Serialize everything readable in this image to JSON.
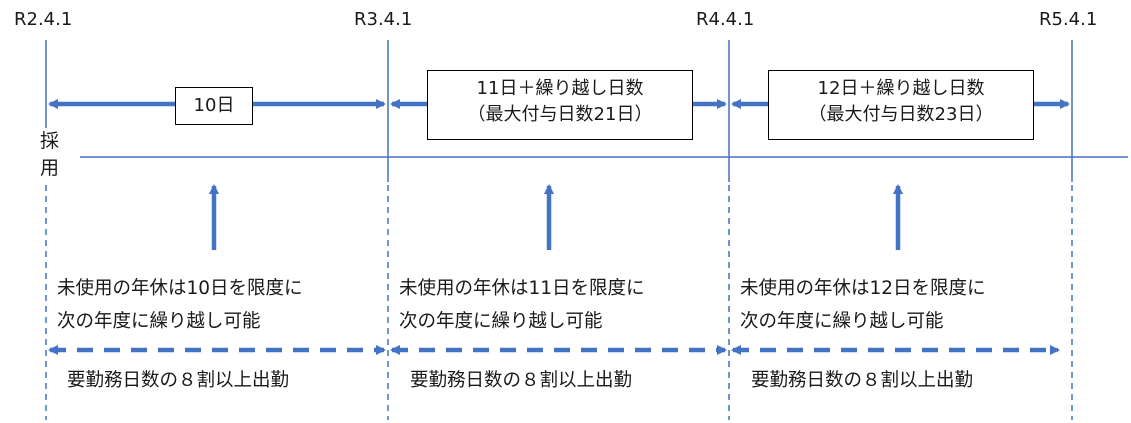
{
  "dates": [
    "R2.4.1",
    "R3.4.1",
    "R4.4.1",
    "R5.4.1"
  ],
  "hire_label": [
    "採",
    "用"
  ],
  "periods": [
    {
      "grant_lines": [
        "10日"
      ],
      "rule_lines": [
        "未使用の年休は10日を限度に",
        "次の年度に繰り越し可能"
      ],
      "attendance": "要勤務日数の８割以上出勤"
    },
    {
      "grant_lines": [
        "11日＋繰り越し日数",
        "（最大付与日数21日）"
      ],
      "rule_lines": [
        "未使用の年休は11日を限度に",
        "次の年度に繰り越し可能"
      ],
      "attendance": "要勤務日数の８割以上出勤"
    },
    {
      "grant_lines": [
        "12日＋繰り越し日数",
        "（最大付与日数23日）"
      ],
      "rule_lines": [
        "未使用の年休は12日を限度に",
        "次の年度に繰り越し可能"
      ],
      "attendance": "要勤務日数の８割以上出勤"
    }
  ],
  "colors": {
    "accent": "#4472C4",
    "text": "#1a1a1a"
  }
}
